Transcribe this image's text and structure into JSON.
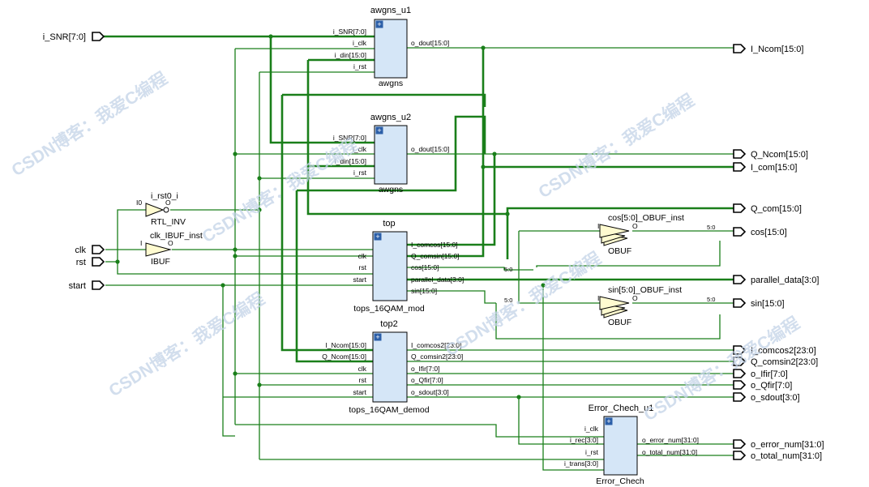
{
  "ports_in": [
    {
      "name": "i_SNR[7:0]"
    },
    {
      "name": "clk"
    },
    {
      "name": "rst"
    },
    {
      "name": "start"
    }
  ],
  "ports_out": [
    {
      "name": "I_Ncom[15:0]"
    },
    {
      "name": "Q_Ncom[15:0]"
    },
    {
      "name": "I_com[15:0]"
    },
    {
      "name": "Q_com[15:0]"
    },
    {
      "name": "cos[15:0]"
    },
    {
      "name": "parallel_data[3:0]"
    },
    {
      "name": "sin[15:0]"
    },
    {
      "name": "I_comcos2[23:0]"
    },
    {
      "name": "Q_comsin2[23:0]"
    },
    {
      "name": "o_Ifir[7:0]"
    },
    {
      "name": "o_Qfir[7:0]"
    },
    {
      "name": "o_sdout[3:0]"
    },
    {
      "name": "o_error_num[31:0]"
    },
    {
      "name": "o_total_num[31:0]"
    }
  ],
  "blocks": [
    {
      "inst": "awgns_u1",
      "type": "awgns",
      "inputs": [
        "i_SNR[7:0]",
        "i_clk",
        "i_din[15:0]",
        "i_rst"
      ],
      "outputs": [
        "o_dout[15:0]"
      ]
    },
    {
      "inst": "awgns_u2",
      "type": "awgns",
      "inputs": [
        "i_SNR[7:0]",
        "i_clk",
        "i_din[15:0]",
        "i_rst"
      ],
      "outputs": [
        "o_dout[15:0]"
      ]
    },
    {
      "inst": "top",
      "type": "tops_16QAM_mod",
      "inputs": [
        "clk",
        "rst",
        "start"
      ],
      "outputs": [
        "I_comcos[15:0]",
        "Q_comsin[15:0]",
        "cos[15:0]",
        "parallel_data[3:0]",
        "sin[15:0]"
      ]
    },
    {
      "inst": "top2",
      "type": "tops_16QAM_demod",
      "inputs": [
        "I_Ncom[15:0]",
        "Q_Ncom[15:0]",
        "clk",
        "rst",
        "start"
      ],
      "outputs": [
        "I_comcos2[23:0]",
        "Q_comsin2[23:0]",
        "o_Ifir[7:0]",
        "o_Qfir[7:0]",
        "o_sdout[3:0]"
      ]
    },
    {
      "inst": "Error_Chech_u1",
      "type": "Error_Chech",
      "inputs": [
        "i_clk",
        "i_rec[3:0]",
        "i_rst",
        "i_trans[3:0]"
      ],
      "outputs": [
        "o_error_num[31:0]",
        "o_total_num[31:0]"
      ]
    }
  ],
  "prims": {
    "inv": {
      "inst": "i_rst0_i",
      "type": "RTL_INV",
      "in": "I0",
      "out": "O"
    },
    "ibuf": {
      "inst": "clk_IBUF_inst",
      "type": "IBUF",
      "in": "I",
      "out": "O"
    },
    "obuf_cos": {
      "inst": "cos[5:0]_OBUF_inst",
      "type": "OBUF",
      "in": "I",
      "out": "O"
    },
    "obuf_sin": {
      "inst": "sin[5:0]_OBUF_inst",
      "type": "OBUF",
      "in": "I",
      "out": "O"
    }
  },
  "bus_labels": {
    "cos_a": "5:0",
    "cos_b": "5:0",
    "sin_a": "5:0",
    "sin_b": "5:0"
  },
  "watermark": "CSDN博客：我爱C编程",
  "colors": {
    "wire": "#1a7f1a",
    "block": "#d5e6f7"
  }
}
